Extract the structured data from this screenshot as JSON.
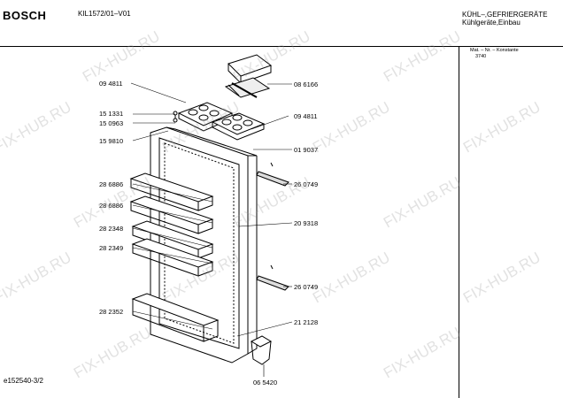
{
  "header": {
    "brand": "BOSCH",
    "model": "KIL1572/01–V01",
    "category_line1": "KÜHL–,GEFRIERGERÄTE",
    "category_line2": "Kühlgeräte,Einbau"
  },
  "side_panel": {
    "line1": "Mat. – Nr. – Konstante",
    "line2": "3740"
  },
  "parts": [
    {
      "number": "09 4811"
    },
    {
      "number": "08 6166"
    },
    {
      "number": "15 1331"
    },
    {
      "number": "15 0963"
    },
    {
      "number": "09 4811"
    },
    {
      "number": "15 9810"
    },
    {
      "number": "01 9037"
    },
    {
      "number": "28 6886"
    },
    {
      "number": "26 0749"
    },
    {
      "number": "28 6886"
    },
    {
      "number": "20 9318"
    },
    {
      "number": "28 2348"
    },
    {
      "number": "28 2349"
    },
    {
      "number": "26 0749"
    },
    {
      "number": "28 2352"
    },
    {
      "number": "21 2128"
    },
    {
      "number": "06 5420"
    }
  ],
  "footer": {
    "drawing_id": "e152540-3/2"
  },
  "watermark": "FIX-HUB.RU"
}
